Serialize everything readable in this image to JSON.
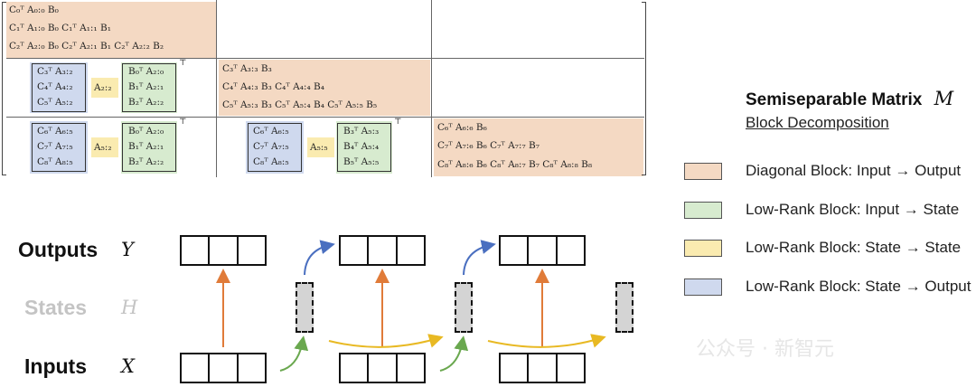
{
  "matrix": {
    "r0": {
      "l1": "C₀ᵀ A₀:₀ B₀",
      "l2": "C₁ᵀ A₁:₀ B₀     C₁ᵀ A₁:₁ B₁",
      "l3": "C₂ᵀ A₂:₀ B₀     C₂ᵀ A₂:₁ B₁     C₂ᵀ A₂:₂ B₂"
    },
    "r1c0": {
      "c": [
        "C₃ᵀ A₃:₂",
        "C₄ᵀ A₄:₂",
        "C₅ᵀ A₅:₂"
      ],
      "a": "A₂:₂",
      "b": [
        "B₀ᵀ A₂:₀",
        "B₁ᵀ A₂:₁",
        "B₂ᵀ A₂:₂"
      ],
      "t": "⊤"
    },
    "r1c1": {
      "l1": "C₃ᵀ A₃:₃ B₃",
      "l2": "C₄ᵀ A₄:₃ B₃     C₄ᵀ A₄:₄ B₄",
      "l3": "C₅ᵀ A₅:₃ B₃     C₅ᵀ A₅:₄ B₄     C₅ᵀ A₅:₅ B₅"
    },
    "r2c0": {
      "c": [
        "C₆ᵀ A₆:₅",
        "C₇ᵀ A₇:₅",
        "C₈ᵀ A₈:₅"
      ],
      "a": "A₅:₂",
      "b": [
        "B₀ᵀ A₂:₀",
        "B₁ᵀ A₂:₁",
        "B₂ᵀ A₂:₂"
      ],
      "t": "⊤"
    },
    "r2c1": {
      "c": [
        "C₆ᵀ A₆:₅",
        "C₇ᵀ A₇:₅",
        "C₈ᵀ A₈:₅"
      ],
      "a": "A₅:₅",
      "b": [
        "B₃ᵀ A₅:₃",
        "B₄ᵀ A₅:₄",
        "B₅ᵀ A₅:₅"
      ],
      "t": "⊤"
    },
    "r2c2": {
      "l1": "C₆ᵀ A₆:₆ B₆",
      "l2": "C₇ᵀ A₇:₆ B₆     C₇ᵀ A₇:₇ B₇",
      "l3": "C₈ᵀ A₈:₆ B₆     C₈ᵀ A₈:₇ B₇     C₈ᵀ A₈:₈ B₈"
    }
  },
  "legend": {
    "title": "Semiseparable Matrix",
    "symbol": "M",
    "subtitle": "Block Decomposition",
    "items": [
      {
        "label": "Diagonal Block: Input → Output",
        "color": "#f4d9c3"
      },
      {
        "label": "Low-Rank Block: Input → State",
        "color": "#d7ebcf"
      },
      {
        "label": "Low-Rank Block: State → State",
        "color": "#faebb0"
      },
      {
        "label": "Low-Rank Block: State → Output",
        "color": "#cfd9ee"
      }
    ]
  },
  "flow": {
    "outputs_label": "Outputs",
    "outputs_var": "Y",
    "states_label": "States",
    "states_var": "H",
    "inputs_label": "Inputs",
    "inputs_var": "X",
    "arrow_colors": {
      "output": "#e07b39",
      "state_out": "#4a6fc0",
      "state_state": "#e8b923",
      "in_state": "#6aa84f"
    }
  },
  "watermark": "公众号 · 新智元"
}
